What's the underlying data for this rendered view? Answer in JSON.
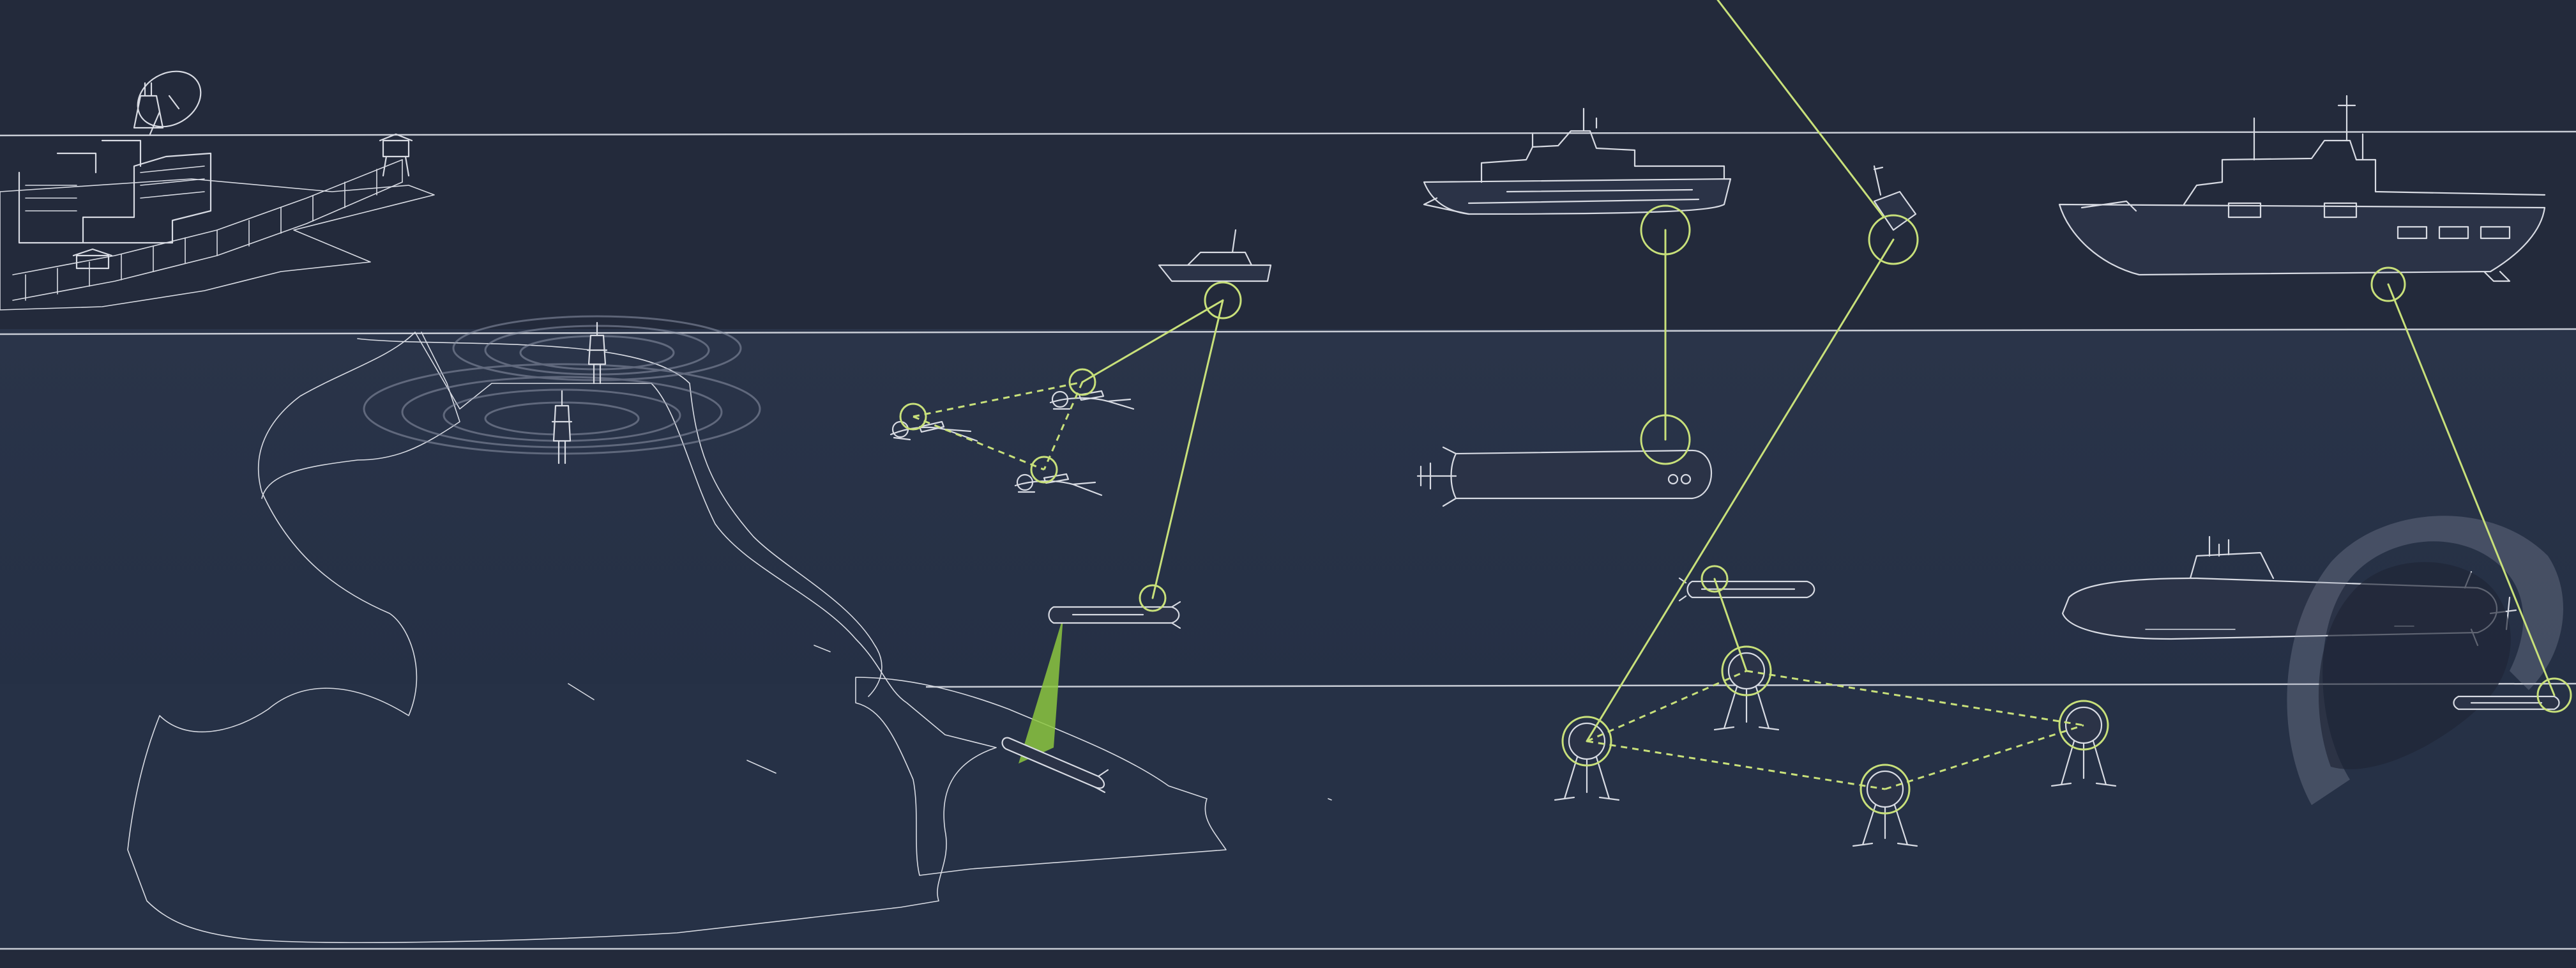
{
  "diagram": {
    "colors": {
      "background": "#232a3b",
      "water": "#283247",
      "water_deep": "#243046",
      "seabed_shelf": "#2f3b55",
      "line_art": "#d8dbe3",
      "link_accent": "#c8e07a",
      "sonar_beam": "#8cc63f",
      "ripple": "#8d95a8"
    },
    "layers": [
      "air",
      "surface",
      "water-column",
      "seabed"
    ],
    "assets": [
      {
        "id": "coastal-base",
        "type": "shore-facility-with-radar-dish"
      },
      {
        "id": "buoy-a",
        "type": "surface-buoy"
      },
      {
        "id": "buoy-b",
        "type": "surface-buoy"
      },
      {
        "id": "usv",
        "type": "unmanned-surface-vessel"
      },
      {
        "id": "diver-1",
        "type": "diver"
      },
      {
        "id": "diver-2",
        "type": "diver"
      },
      {
        "id": "diver-3",
        "type": "diver"
      },
      {
        "id": "auv",
        "type": "auv-with-sonar-beam"
      },
      {
        "id": "seabed-uuv",
        "type": "seabed-vehicle"
      },
      {
        "id": "patrol-ship",
        "type": "patrol-ship"
      },
      {
        "id": "large-uuv",
        "type": "large-uuv"
      },
      {
        "id": "spar-buoy",
        "type": "moored-communication-buoy"
      },
      {
        "id": "mini-auv",
        "type": "small-auv"
      },
      {
        "id": "seabed-node-1",
        "type": "seabed-sensor-tripod"
      },
      {
        "id": "seabed-node-2",
        "type": "seabed-sensor-tripod"
      },
      {
        "id": "seabed-node-3",
        "type": "seabed-sensor-tripod"
      },
      {
        "id": "seabed-node-4",
        "type": "seabed-sensor-tripod"
      },
      {
        "id": "frigate",
        "type": "frigate"
      },
      {
        "id": "submarine",
        "type": "submarine"
      },
      {
        "id": "towed-vehicle",
        "type": "towed-uuv"
      }
    ],
    "links": [
      {
        "from": "usv",
        "to": "diver-2",
        "style": "solid"
      },
      {
        "from": "usv",
        "to": "auv",
        "style": "solid"
      },
      {
        "from": "diver-1",
        "to": "diver-2",
        "style": "dashed"
      },
      {
        "from": "diver-1",
        "to": "diver-3",
        "style": "dashed"
      },
      {
        "from": "diver-2",
        "to": "diver-3",
        "style": "dashed"
      },
      {
        "from": "patrol-ship",
        "to": "large-uuv",
        "style": "solid"
      },
      {
        "from": "spar-buoy",
        "to": "seabed-node-1",
        "style": "solid"
      },
      {
        "from": "mini-auv",
        "to": "seabed-node-2",
        "style": "solid"
      },
      {
        "from": "seabed-node-1",
        "to": "seabed-node-2",
        "style": "dashed"
      },
      {
        "from": "seabed-node-1",
        "to": "seabed-node-3",
        "style": "dashed"
      },
      {
        "from": "seabed-node-2",
        "to": "seabed-node-4",
        "style": "dashed"
      },
      {
        "from": "seabed-node-3",
        "to": "seabed-node-4",
        "style": "dashed"
      },
      {
        "from": "frigate",
        "to": "towed-vehicle",
        "style": "solid"
      }
    ]
  }
}
